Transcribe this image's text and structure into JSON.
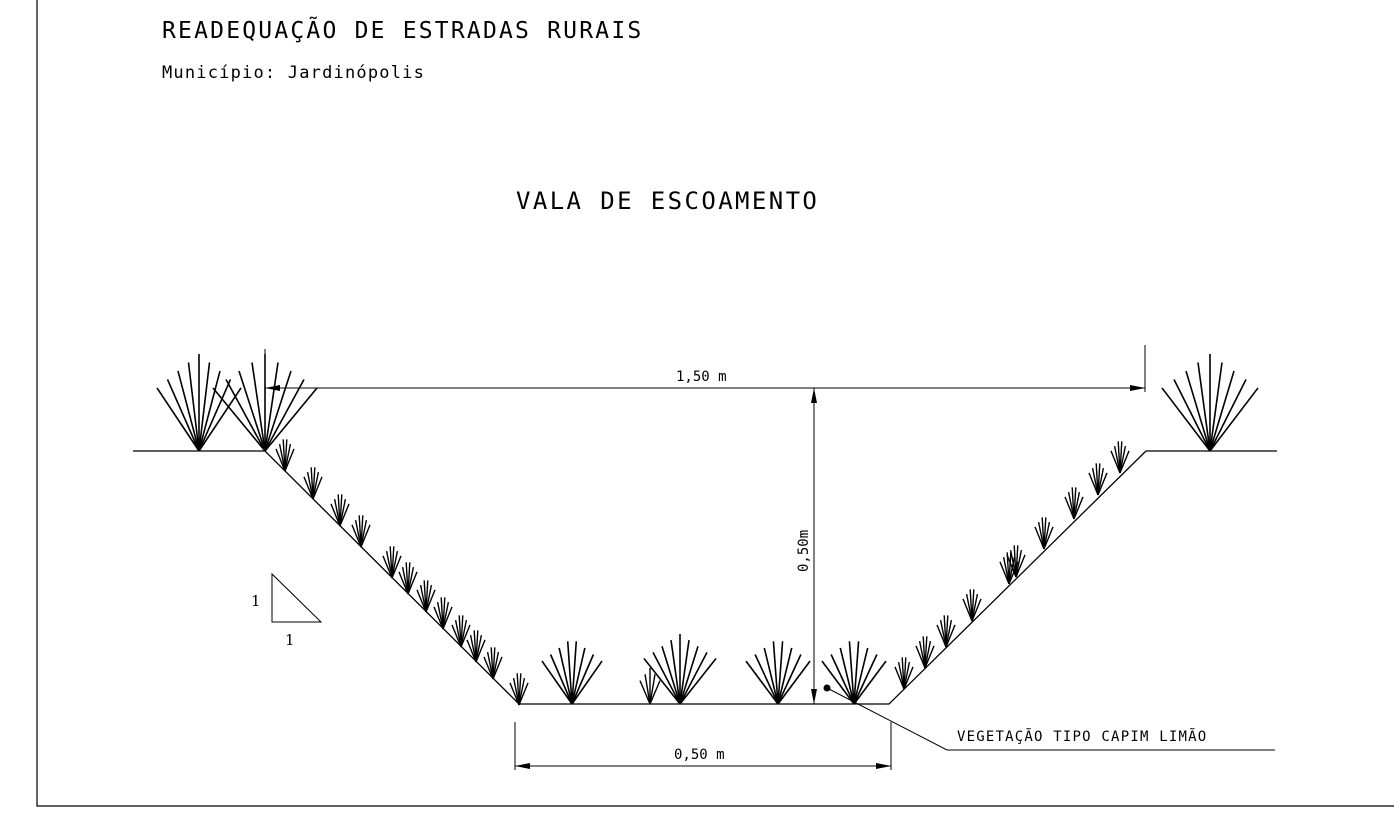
{
  "header": {
    "title": "READEQUAÇÃO DE ESTRADAS RURAIS",
    "subtitle": "Município: Jardinópolis"
  },
  "drawing": {
    "title": "VALA DE ESCOAMENTO",
    "dimensions": {
      "top_width": "1,50 m",
      "depth": "0,50m",
      "bottom_width": "0,50 m"
    },
    "slope": {
      "rise": "1",
      "run": "1"
    },
    "callout": "VEGETAÇÃO TIPO CAPIM LIMÃO"
  }
}
